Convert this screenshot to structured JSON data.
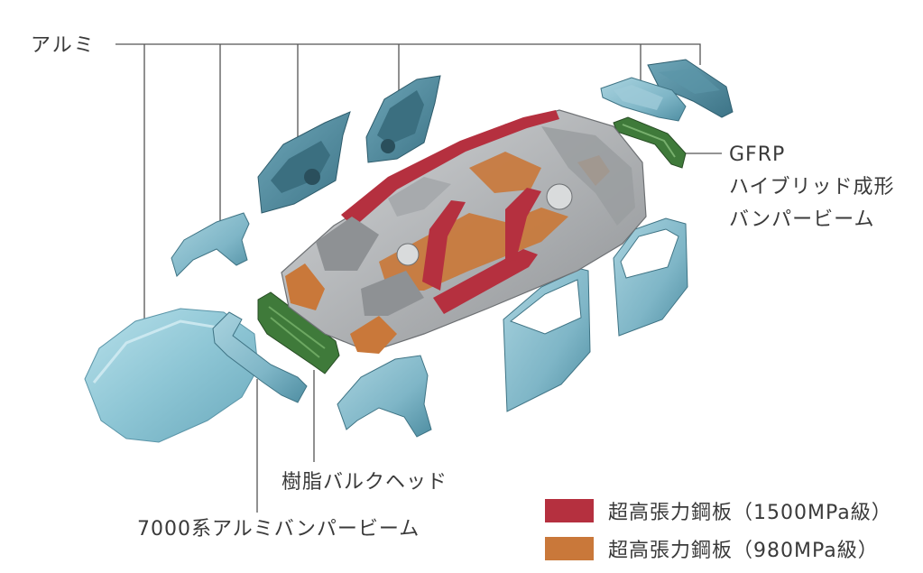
{
  "labels": {
    "aluminum": "アルミ",
    "gfrp_line1": "GFRP",
    "gfrp_line2": "ハイブリッド成形",
    "gfrp_line3": "バンパービーム",
    "resin_bulkhead": "樹脂バルクヘッド",
    "bumper_beam_7000": "7000系アルミバンパービーム"
  },
  "legend": [
    {
      "text": "超高張力鋼板（1500MPa級）",
      "color": "#b5303f"
    },
    {
      "text": "超高張力鋼板（980MPa級）",
      "color": "#c9783a"
    }
  ],
  "colors": {
    "aluminum_panel": "#7fb6c7",
    "aluminum_panel_dark": "#4f8ea2",
    "gfrp_green": "#3f7a3a",
    "frame_gray": "#b8babc",
    "frame_dark": "#6d7073",
    "leader_line": "#555555"
  }
}
